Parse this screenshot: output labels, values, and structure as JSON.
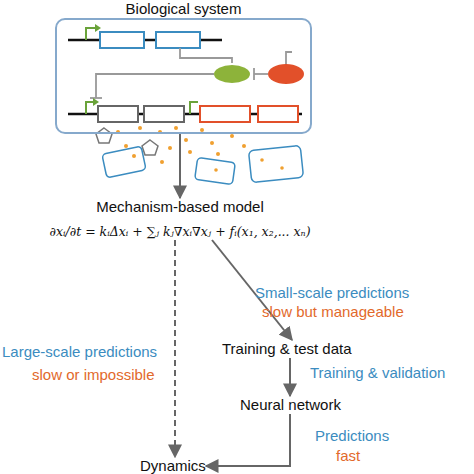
{
  "diagram": {
    "nodes": [
      {
        "text": [
          "Biological system"
        ]
      },
      {
        "text": [
          "Mechanism-based model",
          "∂xᵢ/∂t = kᵢΔxᵢ + ∑ⱼ kⱼ∇xᵢ∇xⱼ + fᵢ(x₁, x₂,... xₙ)"
        ]
      },
      {
        "text": [
          "Training & test data"
        ]
      },
      {
        "text": [
          "Neural network"
        ]
      },
      {
        "text": [
          "Dynamics"
        ]
      }
    ],
    "edges": [
      {
        "from": 0,
        "to": 1,
        "arrow": "to"
      },
      {
        "from": 1,
        "to": 2,
        "label": "Small-scale predictions",
        "arrow": "to"
      },
      {
        "from": 2,
        "to": 3,
        "label": "Training & validation",
        "arrow": "to"
      },
      {
        "from": 3,
        "to": 4,
        "label": "Predictions",
        "arrow": "to"
      },
      {
        "from": 1,
        "to": 4,
        "label": "Large-scale predictions",
        "arrow": "to"
      }
    ],
    "labels": [
      "slow but manageable",
      "slow or impossible",
      "fast"
    ]
  }
}
